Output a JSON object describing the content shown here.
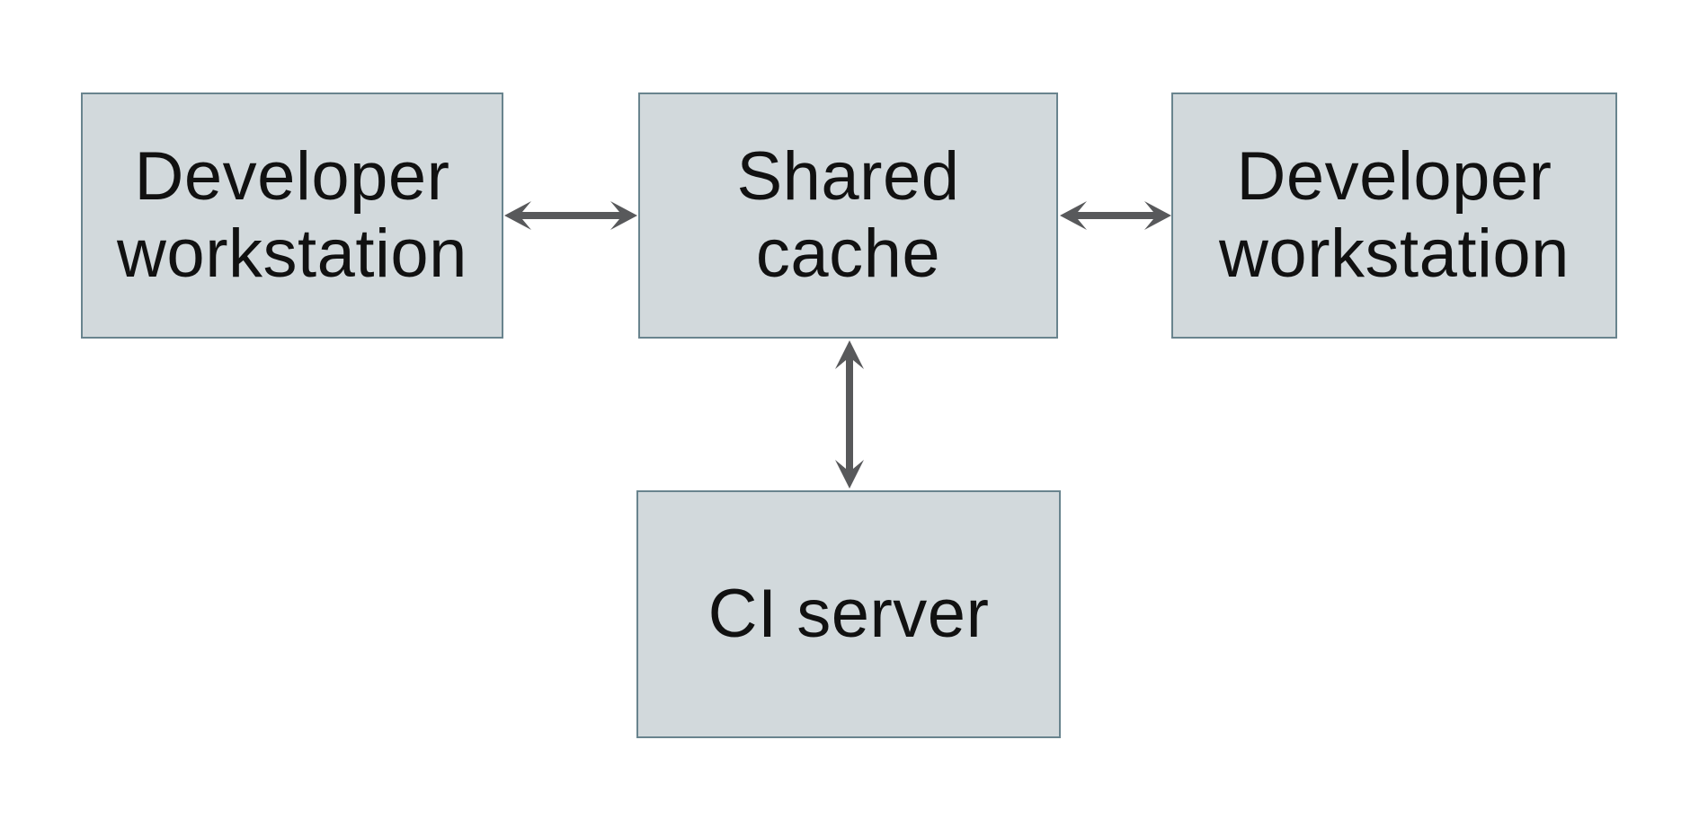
{
  "page": {
    "background": "#ffffff"
  },
  "colors": {
    "node-fill": "#d2d9dc",
    "node-border": "#69848e",
    "arrow": "#58595b",
    "text": "#111111"
  },
  "diagram": {
    "type": "architecture-diagram",
    "nodes": [
      {
        "id": "developer-workstation-left",
        "label": "Developer workstation",
        "lines": [
          "Developer",
          "workstation"
        ]
      },
      {
        "id": "shared-cache",
        "label": "Shared cache",
        "lines": [
          "Shared",
          "cache"
        ]
      },
      {
        "id": "developer-workstation-right",
        "label": "Developer workstation",
        "lines": [
          "Developer",
          "workstation"
        ]
      },
      {
        "id": "ci-server",
        "label": "CI server",
        "lines": [
          "CI server"
        ]
      }
    ],
    "edges": [
      {
        "from": "developer-workstation-left",
        "to": "shared-cache",
        "direction": "bidirectional",
        "orientation": "horizontal"
      },
      {
        "from": "shared-cache",
        "to": "developer-workstation-right",
        "direction": "bidirectional",
        "orientation": "horizontal"
      },
      {
        "from": "shared-cache",
        "to": "ci-server",
        "direction": "bidirectional",
        "orientation": "vertical"
      }
    ]
  }
}
